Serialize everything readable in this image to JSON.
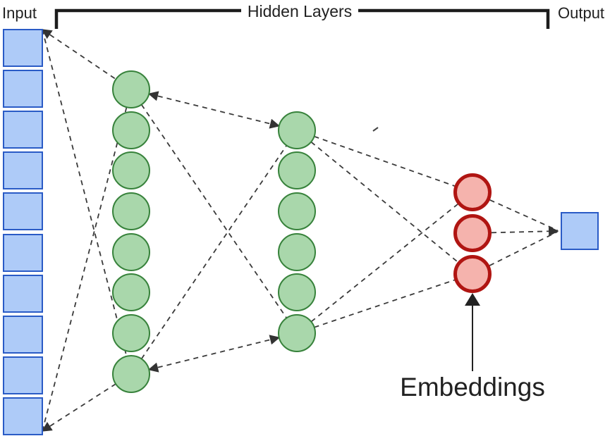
{
  "diagram": {
    "labels": {
      "input": "Input",
      "hidden_layers": "Hidden Layers",
      "output": "Output",
      "embeddings": "Embeddings"
    },
    "network": {
      "type": "feedforward-neural-network",
      "description": "Deep network with input units, two hidden layers, a 3-unit embedding layer and one output unit, connected by dashed lines",
      "layers": [
        {
          "name": "input",
          "shape": "square",
          "count": 10,
          "fill": "#aecbf8",
          "stroke": "#2a5bc6"
        },
        {
          "name": "hidden-layer-1",
          "shape": "circle",
          "count": 8,
          "fill": "#a9d7ab",
          "stroke": "#37823b"
        },
        {
          "name": "hidden-layer-2",
          "shape": "circle",
          "count": 6,
          "fill": "#a9d7ab",
          "stroke": "#37823b"
        },
        {
          "name": "embeddings",
          "shape": "circle",
          "count": 3,
          "fill": "#f5b3ad",
          "stroke": "#b01512"
        },
        {
          "name": "output",
          "shape": "square",
          "count": 1,
          "fill": "#aecbf8",
          "stroke": "#2a5bc6"
        }
      ],
      "connection_style": "dashed",
      "connection_color": "#3a3a3a",
      "bracket_color": "#1c1c1c",
      "annotation_arrow_color": "#222222"
    }
  }
}
